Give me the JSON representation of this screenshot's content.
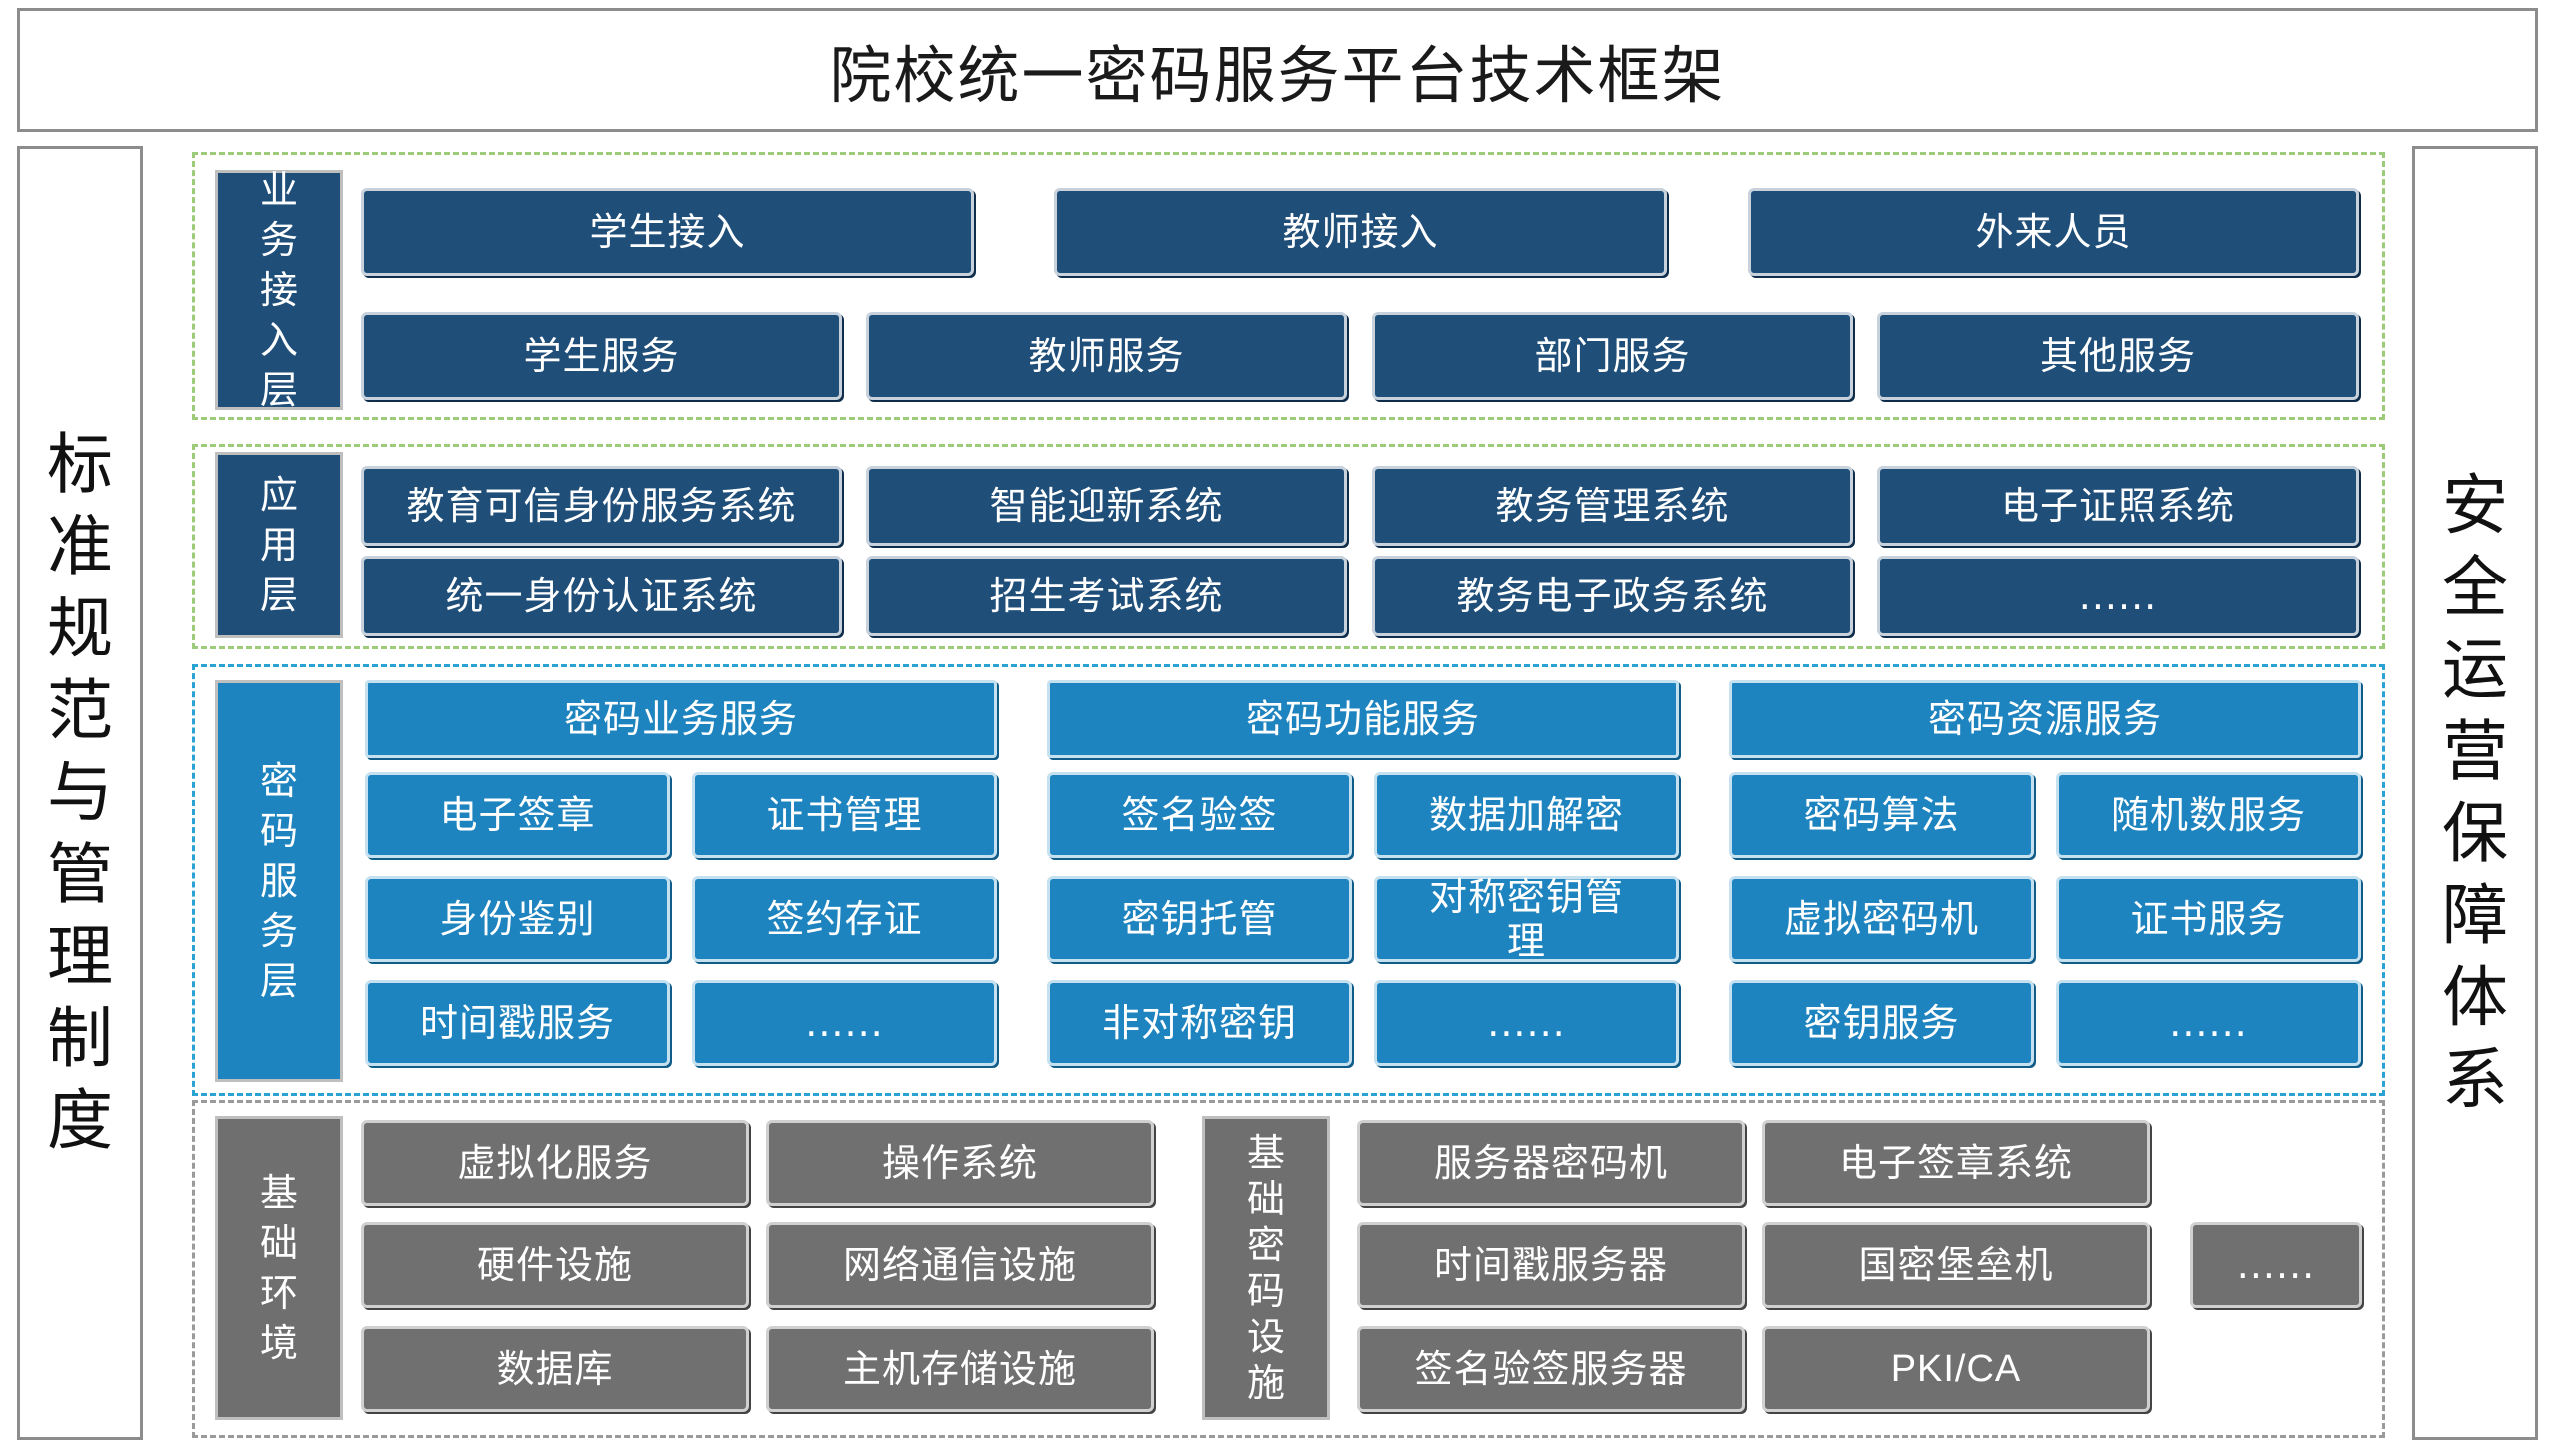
{
  "title": "院校统一密码服务平台技术框架",
  "left_side": [
    "标",
    "准",
    "规",
    "范",
    "与",
    "管",
    "理",
    "制",
    "度"
  ],
  "right_side": [
    "安",
    "全",
    "运",
    "营",
    "保",
    "障",
    "体",
    "系"
  ],
  "business_layer": {
    "label": [
      "业",
      "务",
      "接",
      "入",
      "层"
    ],
    "row1": [
      "学生接入",
      "教师接入",
      "外来人员"
    ],
    "row2": [
      "学生服务",
      "教师服务",
      "部门服务",
      "其他服务"
    ]
  },
  "app_layer": {
    "label": [
      "应",
      "用",
      "层"
    ],
    "row1": [
      "教育可信身份服务系统",
      "智能迎新系统",
      "教务管理系统",
      "电子证照系统"
    ],
    "row2": [
      "统一身份认证系统",
      "招生考试系统",
      "教务电子政务系统",
      "......"
    ]
  },
  "crypto_layer": {
    "label": [
      "密",
      "码",
      "服",
      "务",
      "层"
    ],
    "groups": [
      {
        "head": "密码业务服务",
        "items": [
          "电子签章",
          "证书管理",
          "身份鉴别",
          "签约存证",
          "时间戳服务",
          "......"
        ]
      },
      {
        "head": "密码功能服务",
        "items": [
          "签名验签",
          "数据加解密",
          "密钥托管",
          "对称密钥管理",
          "非对称密钥",
          "......"
        ]
      },
      {
        "head": "密码资源服务",
        "items": [
          "密码算法",
          "随机数服务",
          "虚拟密码机",
          "证书服务",
          "密钥服务",
          "......"
        ]
      }
    ]
  },
  "base_layer": {
    "env_label": [
      "基",
      "础",
      "环",
      "境"
    ],
    "env_items": [
      "虚拟化服务",
      "操作系统",
      "硬件设施",
      "网络通信设施",
      "数据库",
      "主机存储设施"
    ],
    "crypto_label": [
      "基",
      "础",
      "密",
      "码",
      "设",
      "施"
    ],
    "crypto_items": [
      "服务器密码机",
      "电子签章系统",
      "时间戳服务器",
      "国密堡垒机",
      "签名验签服务器",
      "PKI/CA"
    ],
    "more": "......"
  },
  "colors": {
    "navy": "#1f4e79",
    "blue": "#1e84bf",
    "gray": "#707070",
    "green_dash": "#9ccc7a",
    "blue_dash": "#2aa3d4"
  }
}
